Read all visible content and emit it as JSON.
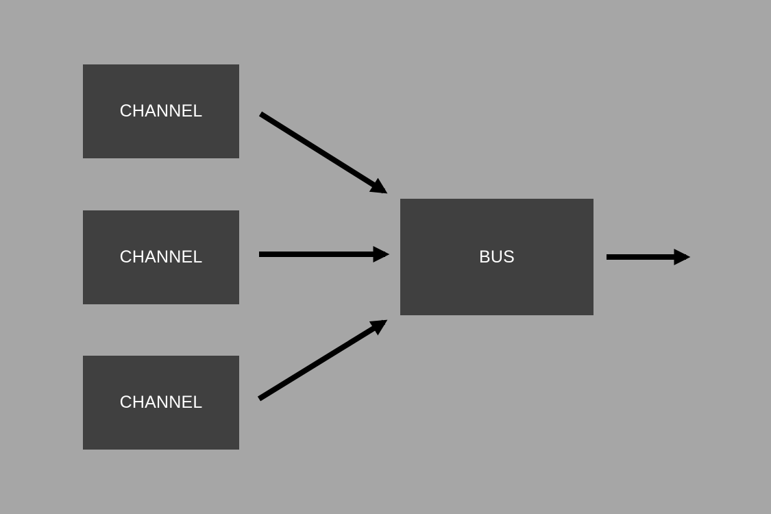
{
  "diagram": {
    "channels": [
      {
        "label": "CHANNEL"
      },
      {
        "label": "CHANNEL"
      },
      {
        "label": "CHANNEL"
      }
    ],
    "bus": {
      "label": "BUS"
    }
  },
  "colors": {
    "background": "#a6a6a6",
    "box_fill": "#404040",
    "box_text": "#ffffff",
    "arrow": "#000000"
  }
}
